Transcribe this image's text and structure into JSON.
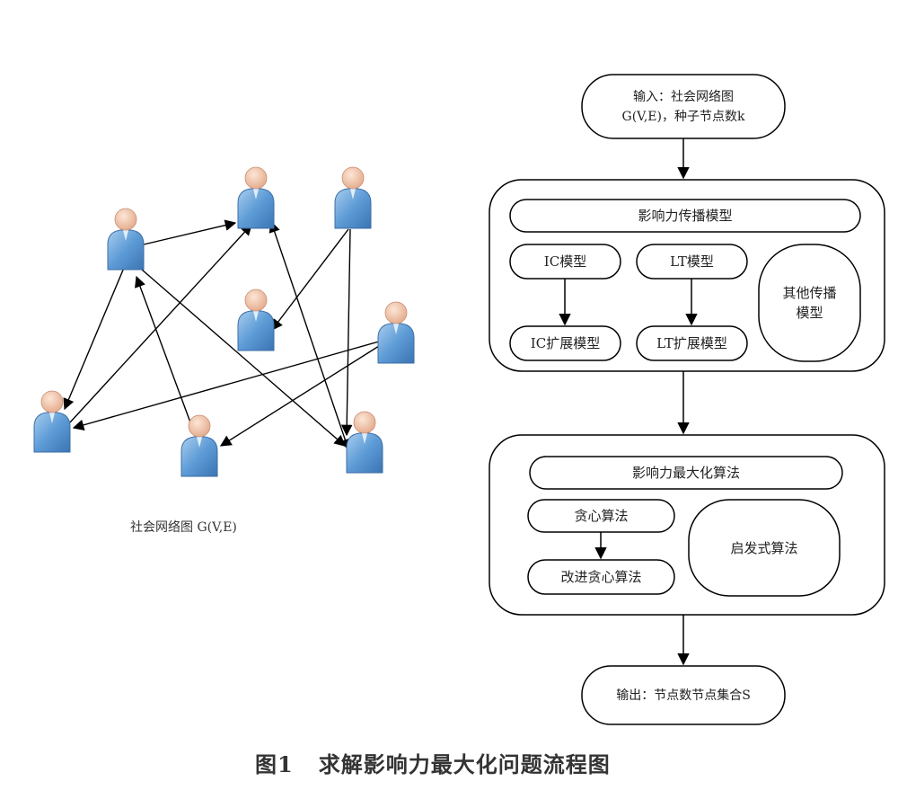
{
  "network": {
    "caption": "社会网络图 G(V,E)"
  },
  "flow": {
    "input": "输入：社会网络图\nG(V,E)，种子节点数k",
    "models": {
      "title": "影响力传播模型",
      "ic": "IC模型",
      "lt": "LT模型",
      "ic_ext": "IC扩展模型",
      "lt_ext": "LT扩展模型",
      "other": "其他传播\n模型"
    },
    "algorithms": {
      "title": "影响力最大化算法",
      "greedy": "贪心算法",
      "improved_greedy": "改进贪心算法",
      "heuristic": "启发式算法"
    },
    "output": "输出：节点数节点集合S"
  },
  "figure": {
    "number": "图1",
    "title": "求解影响力最大化问题流程图"
  },
  "colors": {
    "person_body": "#5b9bd5",
    "person_head": "#f2c9ae",
    "line": "#000000"
  }
}
